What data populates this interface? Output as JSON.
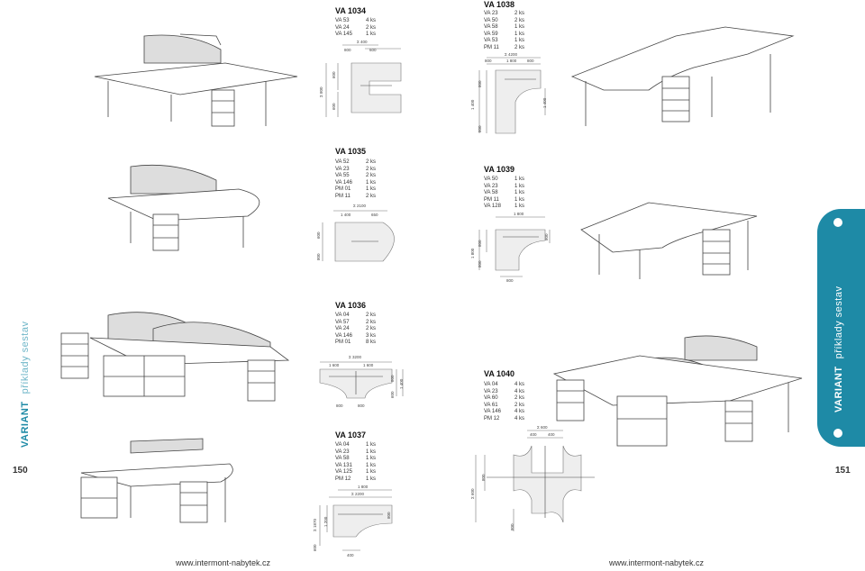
{
  "page": {
    "left_number": "150",
    "right_number": "151",
    "url_left": "www.intermont-nabytek.cz",
    "url_right": "www.intermont-nabytek.cz",
    "side_brand": "VARIANT",
    "side_subtitle": "příklady sestav"
  },
  "colors": {
    "accent": "#1e8aa6"
  },
  "sets": {
    "va1034": {
      "title": "VA 1034",
      "items": [
        {
          "code": "VA 53",
          "qty": "4 ks"
        },
        {
          "code": "VA 24",
          "qty": "2 ks"
        },
        {
          "code": "VA 145",
          "qty": "1 ks"
        }
      ],
      "dims": [
        "Σ 400",
        "800",
        "600",
        "Σ 800",
        "600",
        "600"
      ]
    },
    "va1035": {
      "title": "VA 1035",
      "items": [
        {
          "code": "VA 52",
          "qty": "2 ks"
        },
        {
          "code": "VA 23",
          "qty": "2 ks"
        },
        {
          "code": "VA 55",
          "qty": "2 ks"
        },
        {
          "code": "VA 146",
          "qty": "1 ks"
        },
        {
          "code": "PM 01",
          "qty": "1 ks"
        },
        {
          "code": "PM 11",
          "qty": "2 ks"
        }
      ],
      "dims": [
        "Σ 2100",
        "1 400",
        "650",
        "600",
        "800"
      ]
    },
    "va1036": {
      "title": "VA 1036",
      "items": [
        {
          "code": "VA 04",
          "qty": "2 ks"
        },
        {
          "code": "VA 57",
          "qty": "2 ks"
        },
        {
          "code": "VA 24",
          "qty": "2 ks"
        },
        {
          "code": "VA 146",
          "qty": "3 ks"
        },
        {
          "code": "PM 01",
          "qty": "8 ks"
        }
      ],
      "dims": [
        "Σ 3200",
        "1 600",
        "1 600",
        "800",
        "800",
        "800",
        "600",
        "1 400"
      ]
    },
    "va1037": {
      "title": "VA 1037",
      "items": [
        {
          "code": "VA 04",
          "qty": "1 ks"
        },
        {
          "code": "VA 23",
          "qty": "1 ks"
        },
        {
          "code": "VA 58",
          "qty": "1 ks"
        },
        {
          "code": "VA 131",
          "qty": "1 ks"
        },
        {
          "code": "VA 125",
          "qty": "1 ks"
        },
        {
          "code": "PM 12",
          "qty": "1 ks"
        }
      ],
      "dims": [
        "1 800",
        "Σ 2200",
        "Σ 1870",
        "1 200",
        "800",
        "600",
        "400"
      ]
    },
    "va1038": {
      "title": "VA 1038",
      "items": [
        {
          "code": "VA 23",
          "qty": "2 ks"
        },
        {
          "code": "VA 50",
          "qty": "2 ks"
        },
        {
          "code": "VA 58",
          "qty": "1 ks"
        },
        {
          "code": "VA 59",
          "qty": "1 ks"
        },
        {
          "code": "VA 53",
          "qty": "1 ks"
        },
        {
          "code": "PM 11",
          "qty": "2 ks"
        }
      ],
      "dims": [
        "Σ 4200",
        "800",
        "1 800",
        "800",
        "1 400",
        "800",
        "1 400",
        "800"
      ]
    },
    "va1039": {
      "title": "VA 1039",
      "items": [
        {
          "code": "VA 50",
          "qty": "1 ks"
        },
        {
          "code": "VA 23",
          "qty": "1 ks"
        },
        {
          "code": "VA 58",
          "qty": "1 ks"
        },
        {
          "code": "PM 11",
          "qty": "1 ks"
        },
        {
          "code": "VA 128",
          "qty": "1 ks"
        }
      ],
      "dims": [
        "1 800",
        "800",
        "800",
        "800",
        "1 800",
        "800"
      ]
    },
    "va1040": {
      "title": "VA 1040",
      "items": [
        {
          "code": "VA 04",
          "qty": "4 ks"
        },
        {
          "code": "VA 23",
          "qty": "4 ks"
        },
        {
          "code": "VA 60",
          "qty": "2 ks"
        },
        {
          "code": "VA 61",
          "qty": "2 ks"
        },
        {
          "code": "VA 146",
          "qty": "4 ks"
        },
        {
          "code": "PM 12",
          "qty": "4 ks"
        }
      ],
      "dims": [
        "Σ 600",
        "400",
        "400",
        "Σ 600",
        "800",
        "800"
      ]
    }
  }
}
